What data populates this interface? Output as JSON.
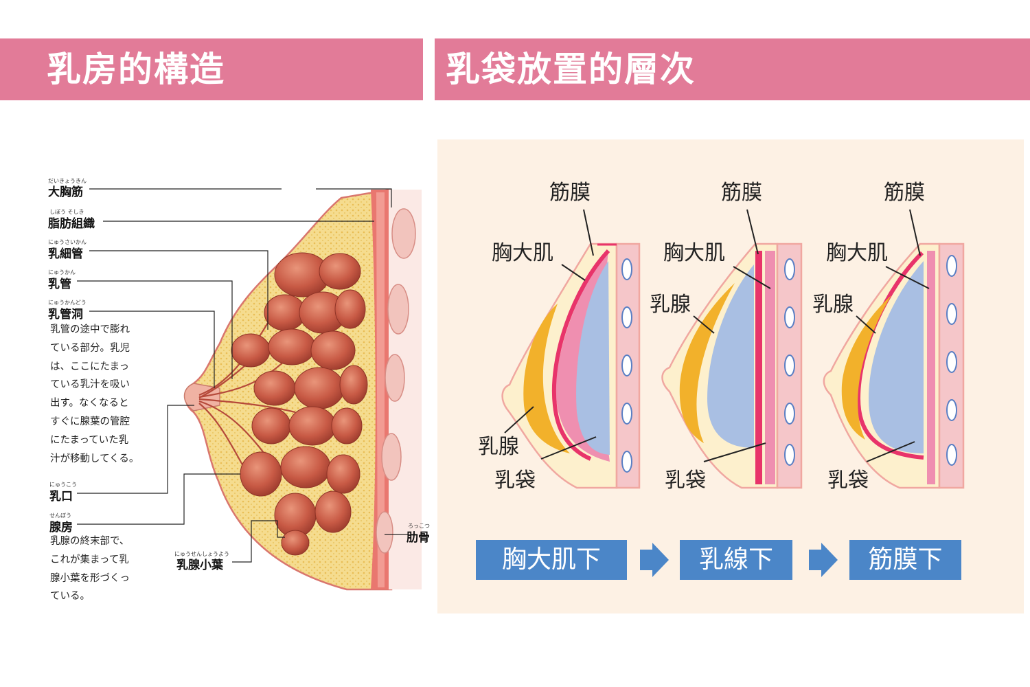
{
  "left_title": "乳房的構造",
  "right_title": "乳袋放置的層次",
  "anatomy": {
    "pectoralis": {
      "label": "大胸筋",
      "ruby": "だいきょうきん"
    },
    "fat": {
      "label": "脂肪組織",
      "ruby": "しぼう そしき"
    },
    "small_duct": {
      "label": "乳細管",
      "ruby": "にゅうさいかん"
    },
    "duct": {
      "label": "乳管",
      "ruby": "にゅうかん"
    },
    "sinus": {
      "label": "乳管洞",
      "ruby": "にゅうかんどう"
    },
    "sinus_desc": "乳管の途中で膨れ\nている部分。乳児\nは、ここにたまっ\nている乳汁を吸い\n出す。なくなると\nすぐに腺葉の管腔\nにたまっていた乳\n汁が移動してくる。",
    "nipple": {
      "label": "乳口",
      "ruby": "にゅうこう"
    },
    "acinus": {
      "label": "腺房",
      "ruby": "せんぼう"
    },
    "acinus_desc": "乳腺の終末部で、\nこれが集まって乳\n腺小葉を形づくっ\nている。",
    "lobule": {
      "label": "乳腺小葉",
      "ruby": "にゅうせんしょうよう"
    },
    "rib": {
      "label": "肋骨",
      "ruby": "ろっこつ"
    }
  },
  "diagrams": [
    {
      "fascia": "筋膜",
      "muscle": "胸大肌",
      "gland": "乳腺",
      "implant": "乳袋"
    },
    {
      "fascia": "筋膜",
      "muscle": "胸大肌",
      "gland": "乳腺",
      "implant": "乳袋"
    },
    {
      "fascia": "筋膜",
      "muscle": "胸大肌",
      "gland": "乳腺",
      "implant": "乳袋"
    }
  ],
  "steps": [
    "胸大肌下",
    "乳線下",
    "筋膜下"
  ],
  "colors": {
    "banner": "#e27b98",
    "panel_bg": "#fdf1e4",
    "muscle": "#e8346a",
    "gland": "#f2b12b",
    "implant": "#a9bfe3",
    "button": "#4b86c8"
  }
}
